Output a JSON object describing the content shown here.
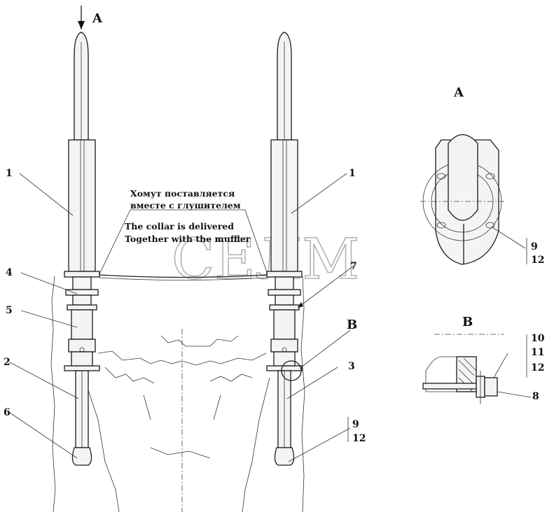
{
  "view_labels": {
    "main_arrow": "A",
    "detail_a": "A",
    "detail_b": "B",
    "callout_b": "B"
  },
  "notes": {
    "ru_line1": "Хомут поставляется",
    "ru_line2": "вместе с глушителем",
    "en_line1": "The collar is delivered",
    "en_line2": "Together with the muffler"
  },
  "watermark": "СЕЛМ",
  "part_numbers": {
    "left_1": "1",
    "right_1": "1",
    "p4": "4",
    "p5": "5",
    "p2": "2",
    "p6": "6",
    "p7": "7",
    "p3": "3",
    "p8": "8",
    "stack_bottom": [
      "9",
      "12"
    ],
    "stack_detail_a": [
      "9",
      "12"
    ],
    "stack_detail_b": [
      "10",
      "11",
      "12"
    ]
  }
}
